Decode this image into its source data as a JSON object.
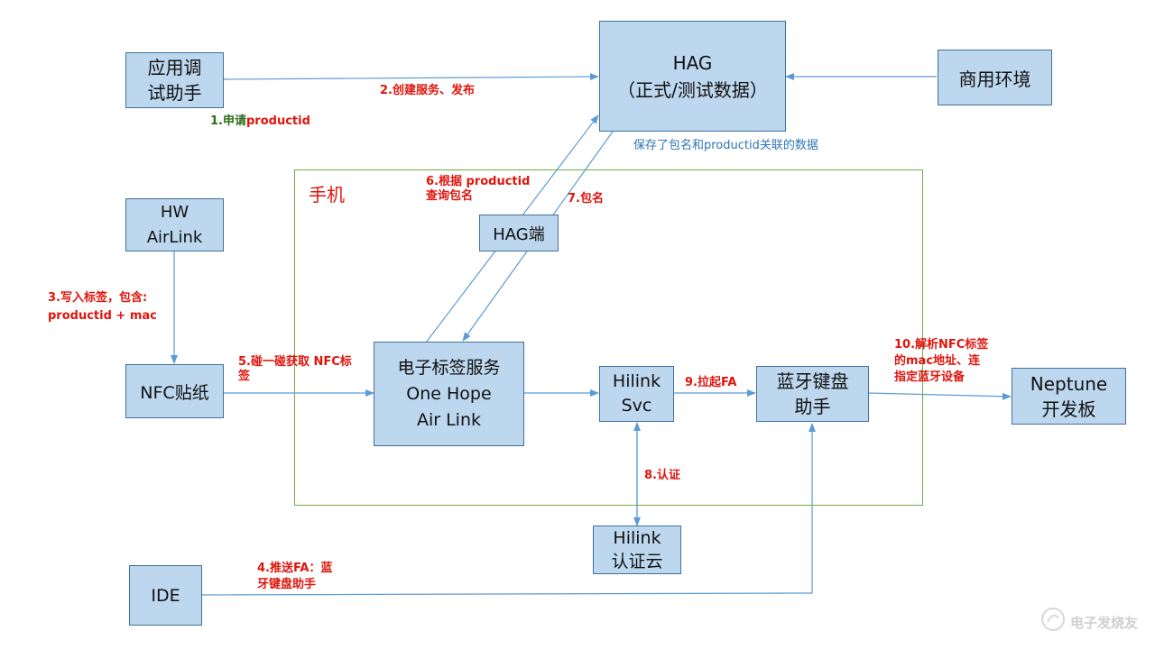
{
  "title": "手机",
  "boxes": {
    "debug_assistant": "应用调\n试助手",
    "hag": "HAG\n（正式/测试数据）",
    "commercial_env": "商用环境",
    "hw_airlink": "HW\nAirLink",
    "hag_client": "HAG端",
    "nfc_sticker": "NFC贴纸",
    "tag_service": "电子标签服务\nOne Hope\nAir Link",
    "hilink_svc": "Hilink\nSvc",
    "bt_keyboard": "蓝牙键盘\n助手",
    "neptune": "Neptune\n开发板",
    "hilink_cloud": "Hilink\n认证云",
    "ide": "IDE"
  },
  "labels": {
    "step1_prefix": "1.申请",
    "step1_suffix": "productid",
    "step2": "2.创建服务、发布",
    "hag_note": "保存了包名和productid关联的数据",
    "step6": "6.根据 productid\n查询包名",
    "step7": "7.包名",
    "step3": "3.写入标签，包含:\nproductid + mac",
    "step5": "5.碰一碰获取 NFC标\n签",
    "step9": "9.拉起FA",
    "step10": "10.解析NFC标签\n的mac地址、连\n指定蓝牙设备",
    "step8": "8.认证",
    "step4": "4.推送FA：蓝\n牙键盘助手"
  },
  "watermark": "电子发烧友",
  "colors": {
    "box_fill": "#bdd7ee",
    "box_border": "#41719c",
    "arrow": "#5b9bd5",
    "label_red": "#e0140c",
    "label_green": "#2e6b1a",
    "note_blue": "#2e75b6",
    "phone_frame": "#70ad47"
  }
}
